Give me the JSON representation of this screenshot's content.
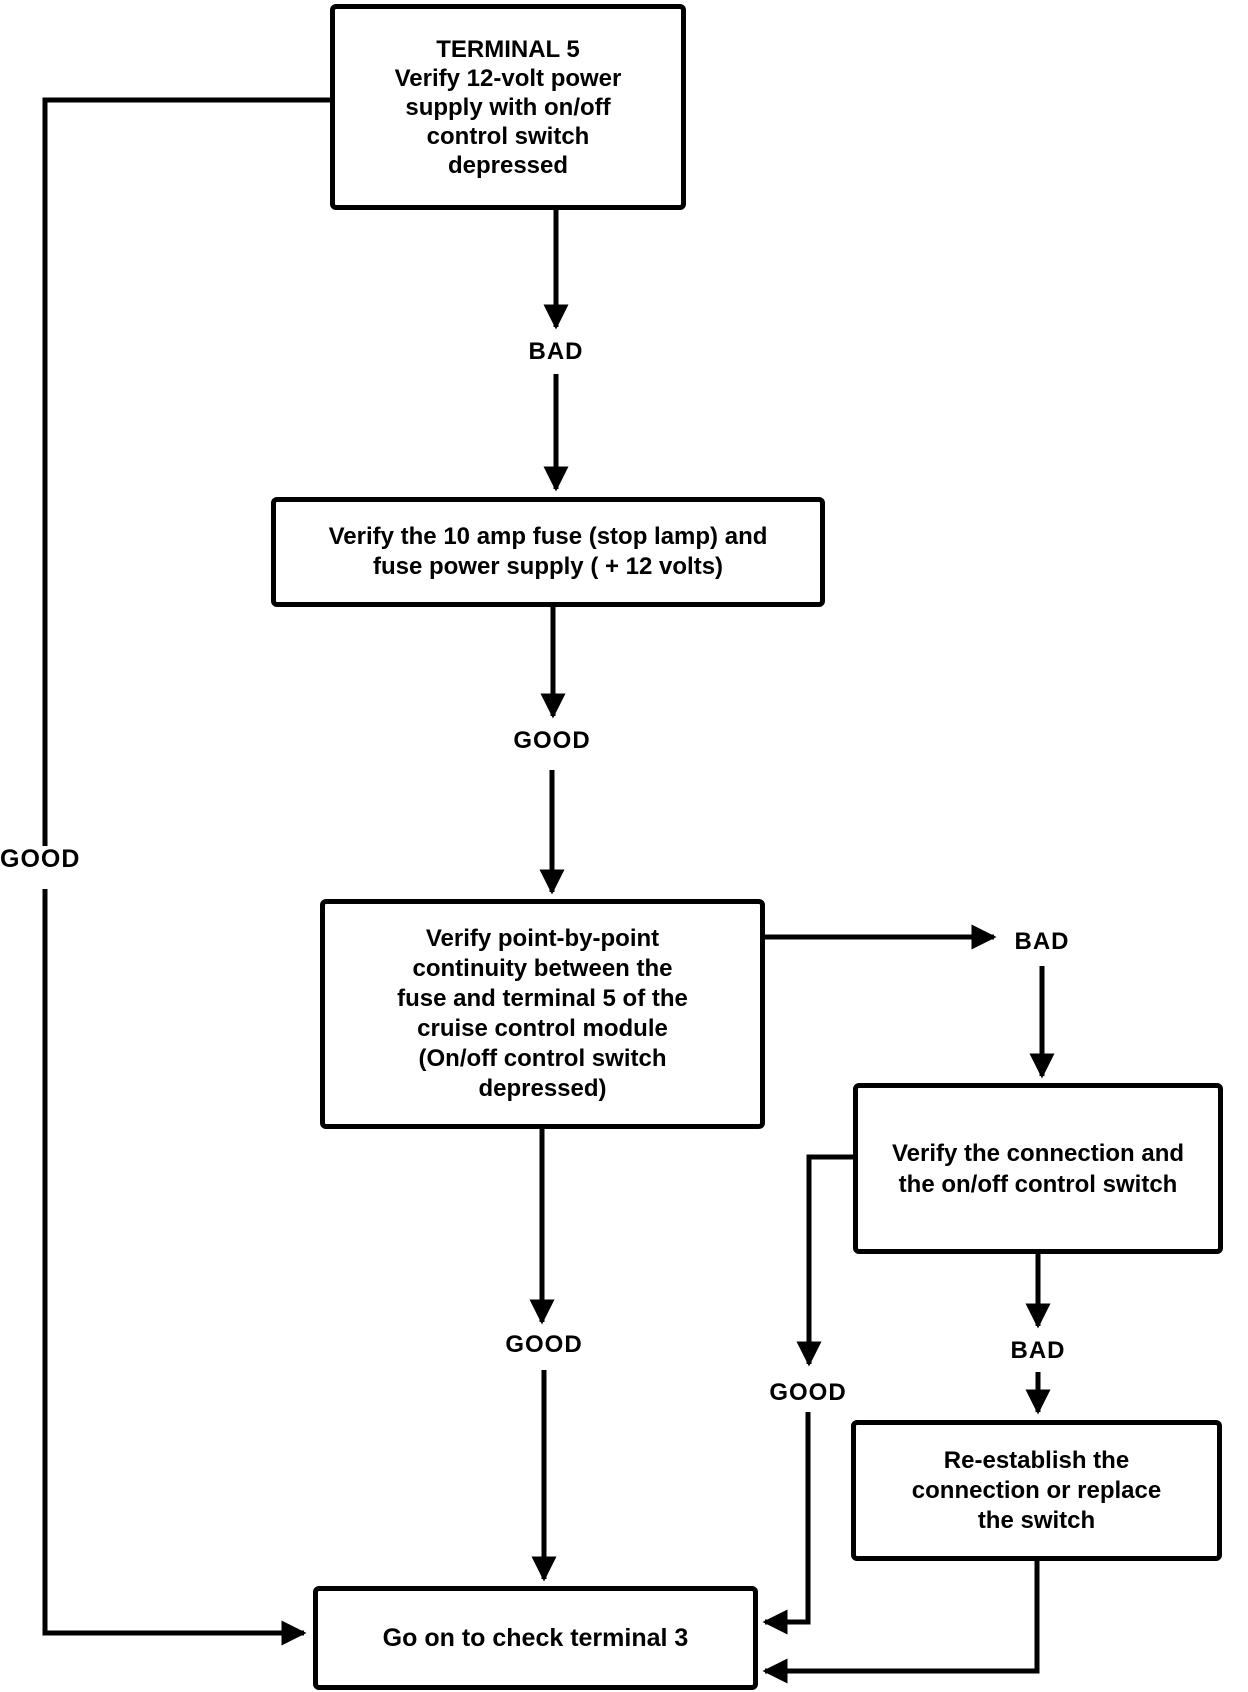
{
  "diagram": {
    "title": "TERMINAL 5",
    "background_color": "#ffffff",
    "line_color": "#000000",
    "boxes": [
      {
        "id": "terminal-5",
        "text": "TERMINAL 5\nVerify 12-volt power\nsupply with on/off\ncontrol switch\ndepressed"
      },
      {
        "id": "verify-fuse",
        "text": "Verify the 10 amp fuse (stop lamp) and\nfuse power supply ( + 12 volts)"
      },
      {
        "id": "verify-continuity",
        "text": "Verify point-by-point\ncontinuity between the\nfuse and terminal 5 of the\ncruise control module\n(On/off control switch\ndepressed)"
      },
      {
        "id": "verify-connection",
        "text": "Verify the connection and\nthe on/off control switch"
      },
      {
        "id": "re-establish",
        "text": "Re-establish the\nconnection or replace\nthe switch"
      },
      {
        "id": "check-terminal-3",
        "text": "Go on to check terminal 3"
      }
    ],
    "labels": {
      "bad_after_terminal5": "BAD",
      "good_after_fuse": "GOOD",
      "good_left_loop": "GOOD",
      "bad_after_continuity": "BAD",
      "good_after_continuity": "GOOD",
      "good_after_connection": "GOOD",
      "bad_after_connection": "BAD"
    }
  }
}
